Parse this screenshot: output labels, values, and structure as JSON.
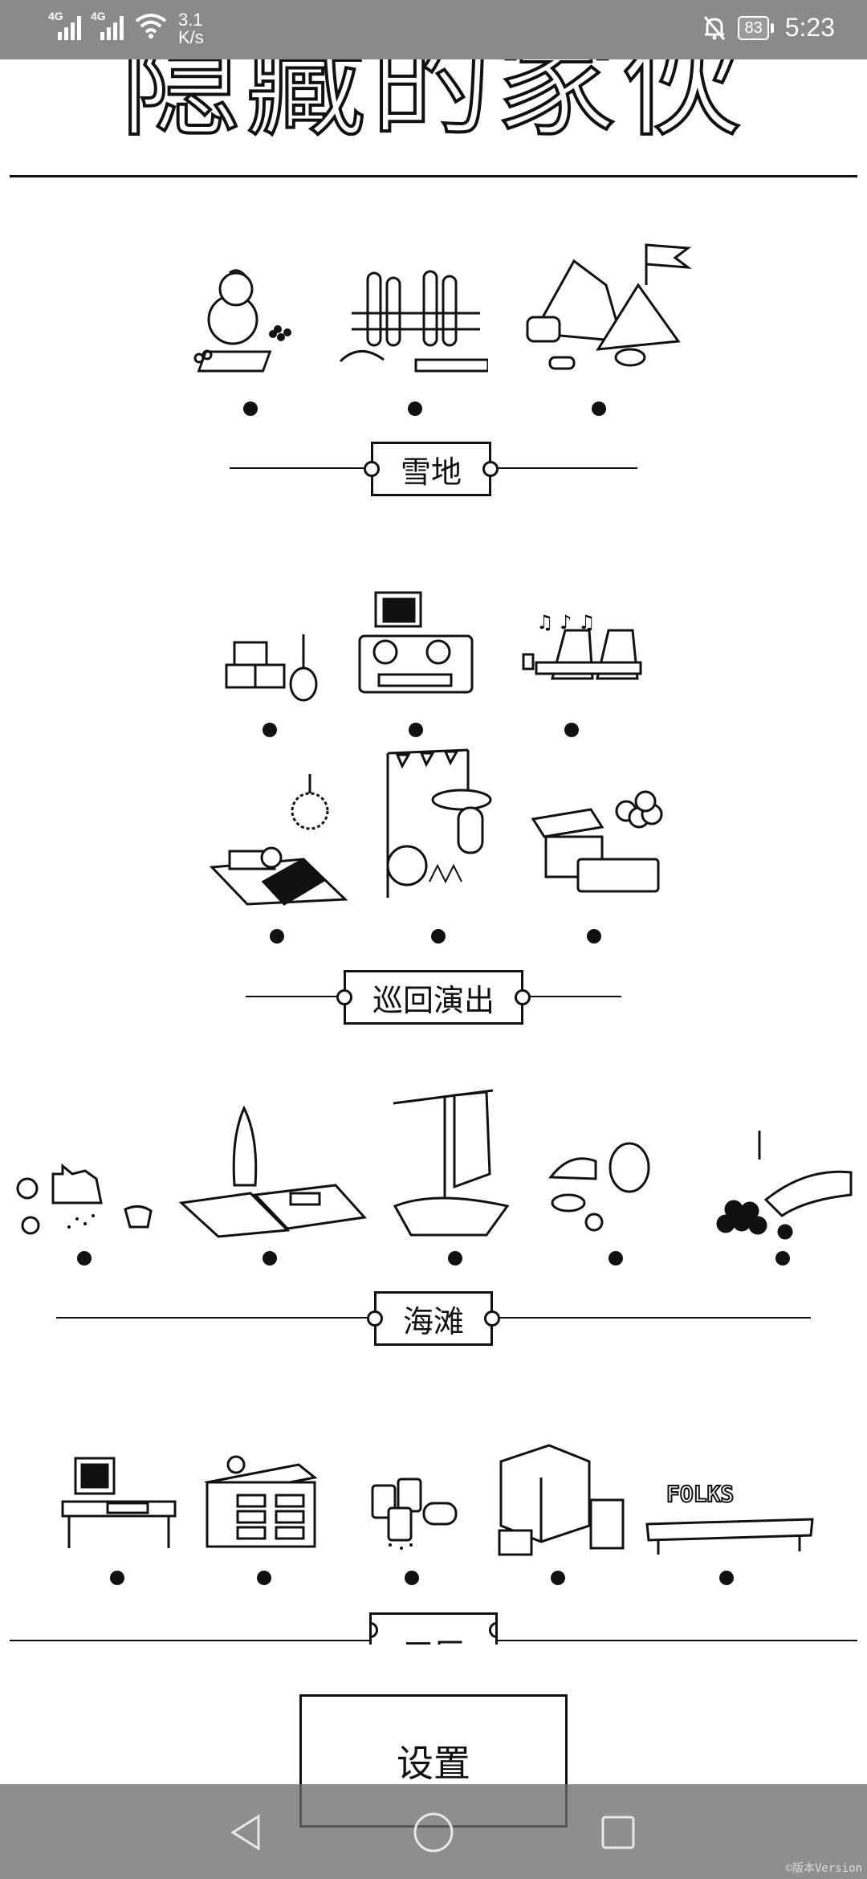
{
  "status": {
    "signal1": "4G",
    "signal2": "4G",
    "net_speed": "3.1 K/s",
    "battery": "83",
    "time": "5:23"
  },
  "title": "隐藏的家伙",
  "sections": [
    {
      "label": "雪地",
      "levels": 3
    },
    {
      "label": "巡回演出",
      "levels": 6
    },
    {
      "label": "海滩",
      "levels": 5
    },
    {
      "label": "工厂",
      "levels": 5
    }
  ],
  "factory_sign": "FOLKS",
  "settings_label": "设置",
  "nav": {
    "back": "back-icon",
    "home": "home-icon",
    "recents": "recents-icon"
  },
  "watermark": "©版本Version"
}
